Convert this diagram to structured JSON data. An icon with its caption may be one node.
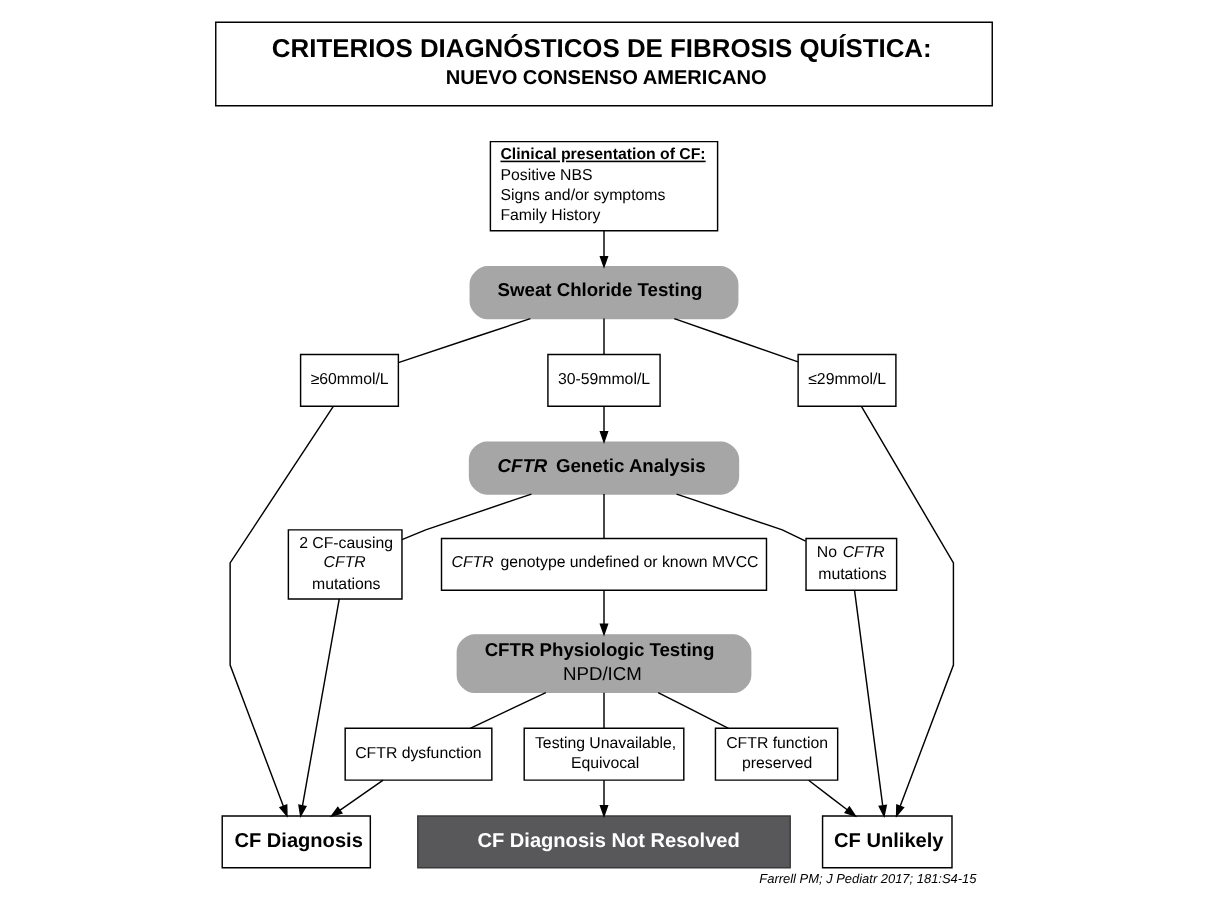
{
  "diagram": {
    "caption": "Farrell PM; J Pediatr 2017; 181:S4-15",
    "nodes": [
      {
        "text": [
          "CRITERIOS DIAGNÓSTICOS DE FIBROSIS QUÍSTICA:",
          "NUEVO CONSENSO AMERICANO"
        ]
      },
      {
        "text": [
          "Clinical presentation of CF:",
          "Positive NBS",
          "Signs and/or symptoms",
          "Family History"
        ]
      },
      {
        "text": [
          "Sweat Chloride Testing"
        ]
      },
      {
        "text": [
          "≥60mmol/L"
        ]
      },
      {
        "text": [
          "30-59mmol/L"
        ]
      },
      {
        "text": [
          "≤29mmol/L"
        ]
      },
      {
        "text": [
          "*CFTR* Genetic Analysis"
        ]
      },
      {
        "text": [
          "2 CF-causing *CFTR* mutations"
        ]
      },
      {
        "text": [
          "*CFTR* genotype undefined or known MVCC"
        ]
      },
      {
        "text": [
          "No *CFTR* mutations"
        ]
      },
      {
        "text": [
          "CFTR Physiologic Testing",
          "NPD/ICM"
        ]
      },
      {
        "text": [
          "CFTR dysfunction"
        ]
      },
      {
        "text": [
          "Testing Unavailable, Equivocal"
        ]
      },
      {
        "text": [
          "CFTR function preserved"
        ]
      },
      {
        "text": [
          "CF Diagnosis"
        ]
      },
      {
        "text": [
          "CF Diagnosis Not Resolved"
        ]
      },
      {
        "text": [
          "CF Unlikely"
        ]
      }
    ],
    "edges": [
      {
        "from": 1,
        "to": 2,
        "arrow": "to"
      },
      {
        "from": 2,
        "to": 3,
        "arrow": "none"
      },
      {
        "from": 2,
        "to": 4,
        "arrow": "none"
      },
      {
        "from": 2,
        "to": 5,
        "arrow": "none"
      },
      {
        "from": 4,
        "to": 6,
        "arrow": "to"
      },
      {
        "from": 6,
        "to": 7,
        "arrow": "none"
      },
      {
        "from": 6,
        "to": 8,
        "arrow": "none"
      },
      {
        "from": 6,
        "to": 9,
        "arrow": "none"
      },
      {
        "from": 8,
        "to": 10,
        "arrow": "to"
      },
      {
        "from": 10,
        "to": 11,
        "arrow": "none"
      },
      {
        "from": 10,
        "to": 12,
        "arrow": "none"
      },
      {
        "from": 10,
        "to": 13,
        "arrow": "none"
      },
      {
        "from": 3,
        "to": 14,
        "arrow": "to"
      },
      {
        "from": 7,
        "to": 14,
        "arrow": "to"
      },
      {
        "from": 11,
        "to": 14,
        "arrow": "to"
      },
      {
        "from": 12,
        "to": 15,
        "arrow": "to"
      },
      {
        "from": 13,
        "to": 16,
        "arrow": "to"
      },
      {
        "from": 9,
        "to": 16,
        "arrow": "to"
      },
      {
        "from": 5,
        "to": 16,
        "arrow": "to"
      }
    ]
  }
}
